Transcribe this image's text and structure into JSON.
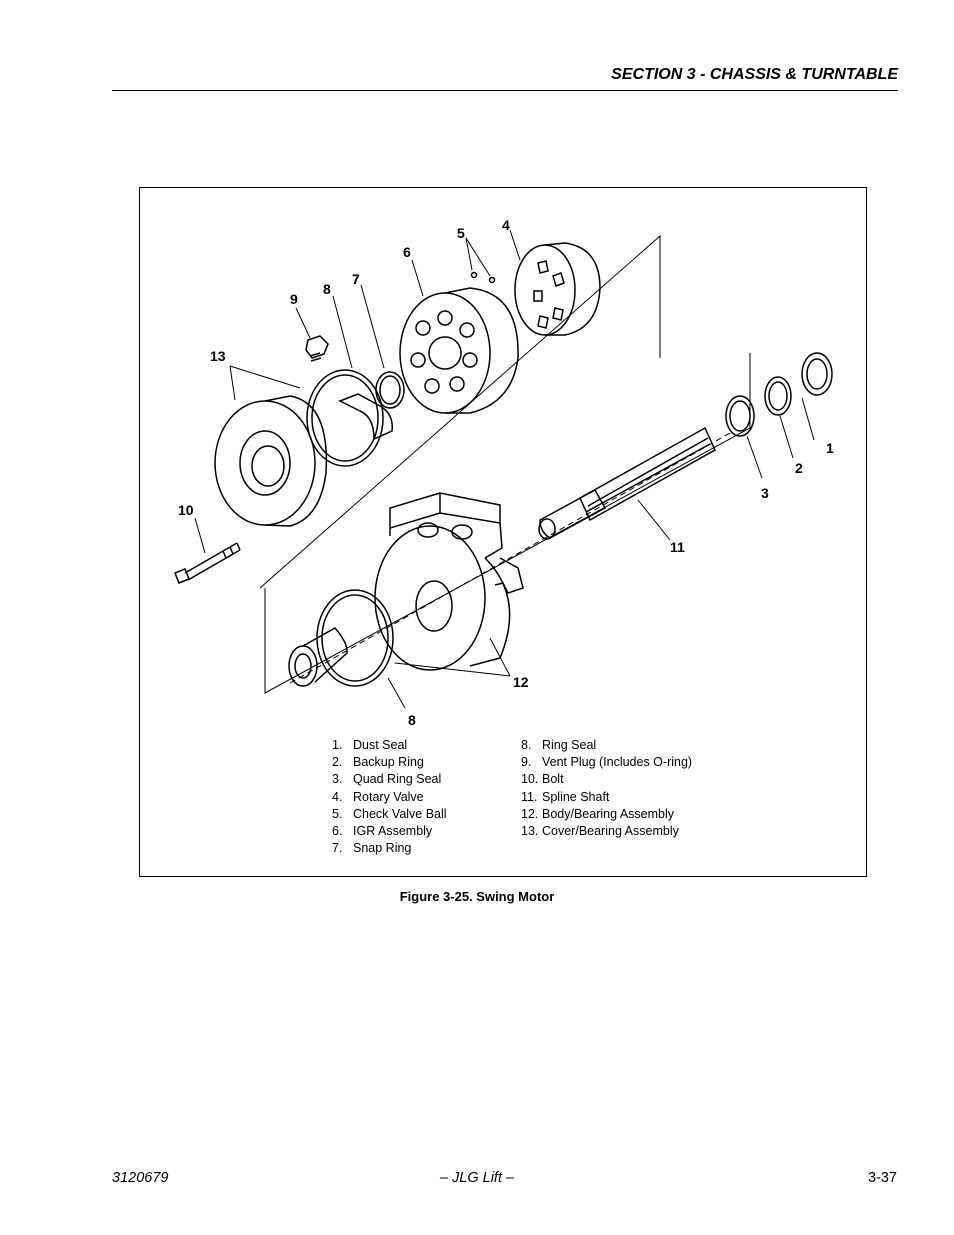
{
  "header": {
    "section_title": "SECTION 3 - CHASSIS & TURNTABLE"
  },
  "figure": {
    "callouts": [
      "1",
      "2",
      "3",
      "4",
      "5",
      "6",
      "7",
      "8",
      "9",
      "10",
      "11",
      "12",
      "13",
      "8"
    ],
    "legend_left": [
      {
        "num": "1.",
        "label": "Dust Seal"
      },
      {
        "num": "2.",
        "label": "Backup Ring"
      },
      {
        "num": "3.",
        "label": "Quad Ring Seal"
      },
      {
        "num": "4.",
        "label": "Rotary Valve"
      },
      {
        "num": "5.",
        "label": "Check Valve Ball"
      },
      {
        "num": "6.",
        "label": "IGR Assembly"
      },
      {
        "num": "7.",
        "label": "Snap Ring"
      }
    ],
    "legend_right": [
      {
        "num": "8.",
        "label": "Ring Seal"
      },
      {
        "num": "9.",
        "label": "Vent Plug (Includes O-ring)"
      },
      {
        "num": "10.",
        "label": "Bolt"
      },
      {
        "num": "11.",
        "label": "Spline Shaft"
      },
      {
        "num": "12.",
        "label": "Body/Bearing Assembly"
      },
      {
        "num": "13.",
        "label": "Cover/Bearing Assembly"
      }
    ],
    "caption": "Figure 3-25.  Swing Motor"
  },
  "footer": {
    "doc_number": "3120679",
    "publisher": "– JLG Lift –",
    "page_number": "3-37"
  }
}
